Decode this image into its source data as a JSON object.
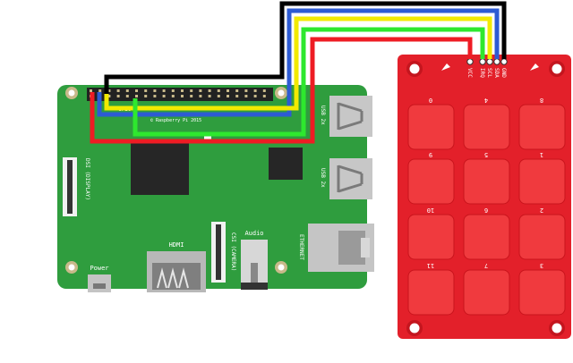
{
  "pi": {
    "gpio_label": "GPIO",
    "copyright": "© Raspberry Pi 2015",
    "usb_top_label": "USB 2x",
    "usb_bottom_label": "USB 2x",
    "ethernet_label": "ETHERNET",
    "dsi_label": "DSI (DISPLAY)",
    "csi_label": "CSI (CAMERA)",
    "hdmi_label": "HDMI",
    "audio_label": "Audio",
    "power_label": "Power"
  },
  "keypad": {
    "pins": [
      "VCC",
      "IRQ",
      "SCL",
      "SDA",
      "GND"
    ],
    "keys": [
      "0",
      "4",
      "8",
      "9",
      "5",
      "1",
      "10",
      "6",
      "2",
      "11",
      "7",
      "3"
    ]
  },
  "colors": {
    "board": "#2f9d3e",
    "keypad": "#e3202a",
    "wire_black": "#000000",
    "wire_blue": "#2d5bd3",
    "wire_yellow": "#f2ea00",
    "wire_green": "#2ee82e",
    "wire_red": "#ee1c24"
  }
}
